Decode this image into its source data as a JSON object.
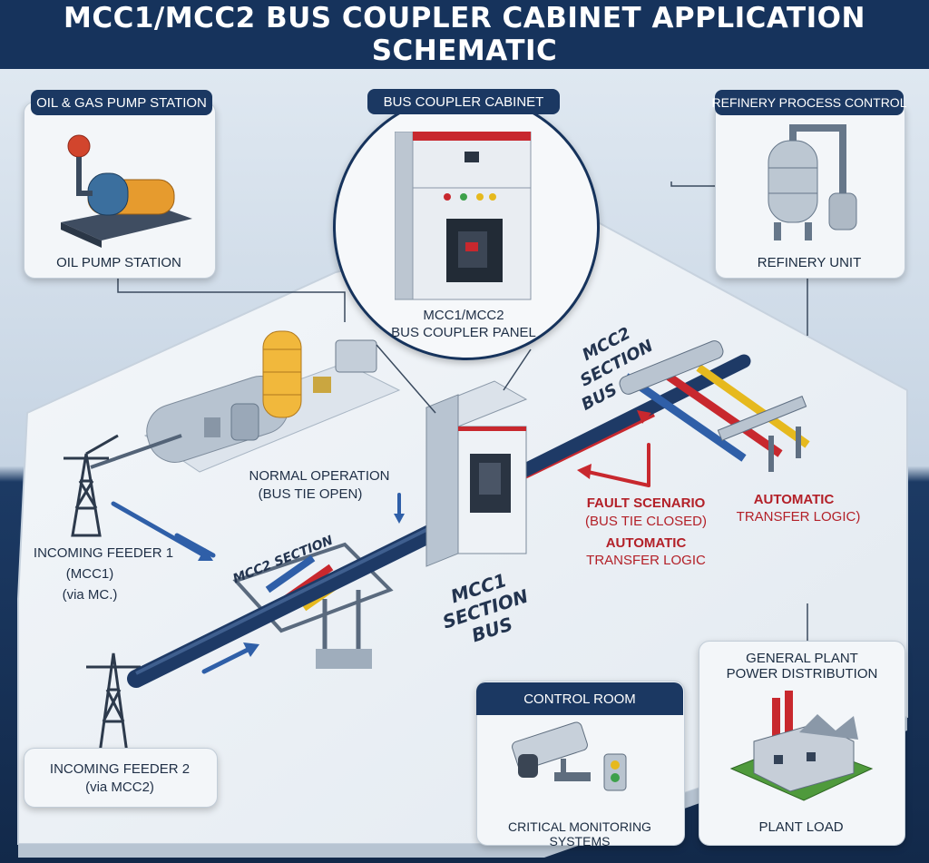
{
  "title": "MCC1/MCC2 BUS COUPLER CABINET APPLICATION SCHEMATIC",
  "cards": {
    "oil_gas": {
      "header": "OIL & GAS PUMP STATION",
      "label": "OIL PUMP STATION"
    },
    "bus_coupler": {
      "header": "BUS COUPLER CABINET",
      "label_line1": "MCC1/MCC2",
      "label_line2": "BUS COUPLER PANEL"
    },
    "refinery": {
      "header": "REFINERY PROCESS CONTROL",
      "label": "REFINERY UNIT"
    },
    "control_room": {
      "header": "CONTROL ROOM",
      "label": "CRITICAL MONITORING SYSTEMS"
    },
    "plant": {
      "header_line1": "GENERAL PLANT",
      "header_line2": "POWER DISTRIBUTION",
      "label": "PLANT LOAD"
    }
  },
  "labels": {
    "normal_line1": "NORMAL OPERATION",
    "normal_line2": "(BUS TIE OPEN)",
    "feeder1_line1": "INCOMING FEEDER 1",
    "feeder1_line2": "(MCC1)",
    "feeder1_line3": "(via MC.)",
    "feeder2_line1": "INCOMING FEEDER 2",
    "feeder2_line2": "(via MCC2)",
    "mcc2_section_left": "MCC2 SECTION",
    "mcc2_section_right_line1": "MCC2 SECTION",
    "mcc2_section_right_line2": "BUS",
    "mcc1_section_line1": "MCC1 SECTION",
    "mcc1_section_line2": "BUS",
    "fault_line1": "FAULT SCENARIO",
    "fault_line2": "(BUS TIE CLOSED)",
    "fault_line3": "AUTOMATIC",
    "fault_line4": "TRANSFER LOGIC",
    "auto_right_line1": "AUTOMATIC",
    "auto_right_line2": "TRANSFER LOGIC)"
  },
  "colors": {
    "navy": "#16335c",
    "background": "#d6e1ec",
    "platform": "#eef2f6",
    "bus_navy": "#1e3a66",
    "phase_red": "#c8282e",
    "phase_yellow": "#e6b91e",
    "phase_blue": "#2f5fa8",
    "accent_red": "#b32028"
  }
}
